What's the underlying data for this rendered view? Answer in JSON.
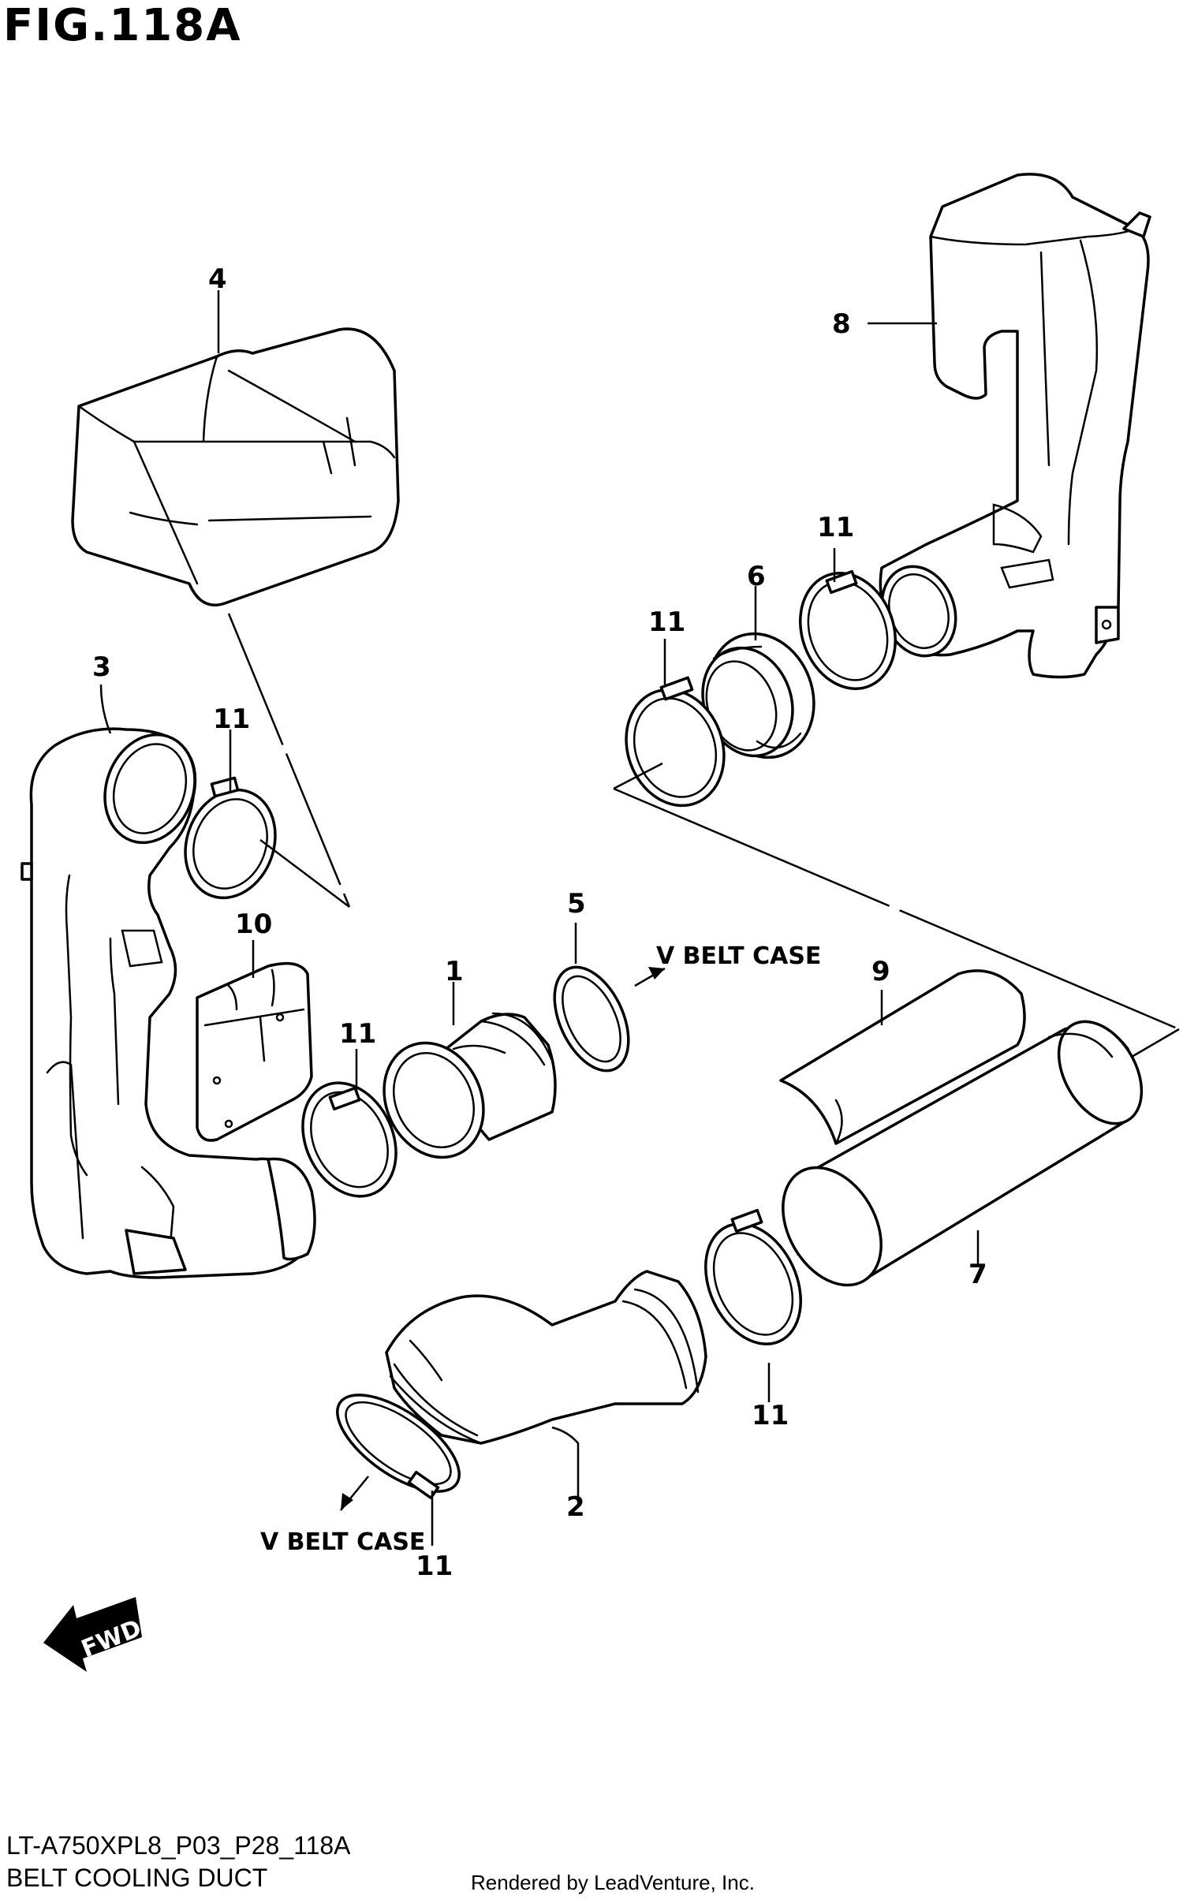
{
  "figure": {
    "title": "FIG.118A",
    "code": "LT-A750XPL8_P03_P28_118A",
    "name": "BELT COOLING DUCT",
    "credit": "Rendered by LeadVenture, Inc."
  },
  "labels": {
    "vbelt_upper": "V BELT CASE",
    "vbelt_lower": "V BELT CASE",
    "fwd": "FWD"
  },
  "callouts": [
    "1",
    "2",
    "3",
    "4",
    "5",
    "6",
    "7",
    "8",
    "9",
    "10",
    "11",
    "11",
    "11",
    "11",
    "11",
    "11"
  ],
  "parts": [
    {
      "number": "1",
      "shape": "center hose"
    },
    {
      "number": "2",
      "shape": "lower bent hose"
    },
    {
      "number": "3",
      "shape": "duct"
    },
    {
      "number": "4",
      "shape": "cover"
    },
    {
      "number": "5",
      "shape": "oval seal"
    },
    {
      "number": "6",
      "shape": "short hose"
    },
    {
      "number": "7",
      "shape": "long tube"
    },
    {
      "number": "8",
      "shape": "upper duct"
    },
    {
      "number": "9",
      "shape": "half shell"
    },
    {
      "number": "10",
      "shape": "plate"
    },
    {
      "number": "11",
      "shape": "clamp"
    }
  ]
}
